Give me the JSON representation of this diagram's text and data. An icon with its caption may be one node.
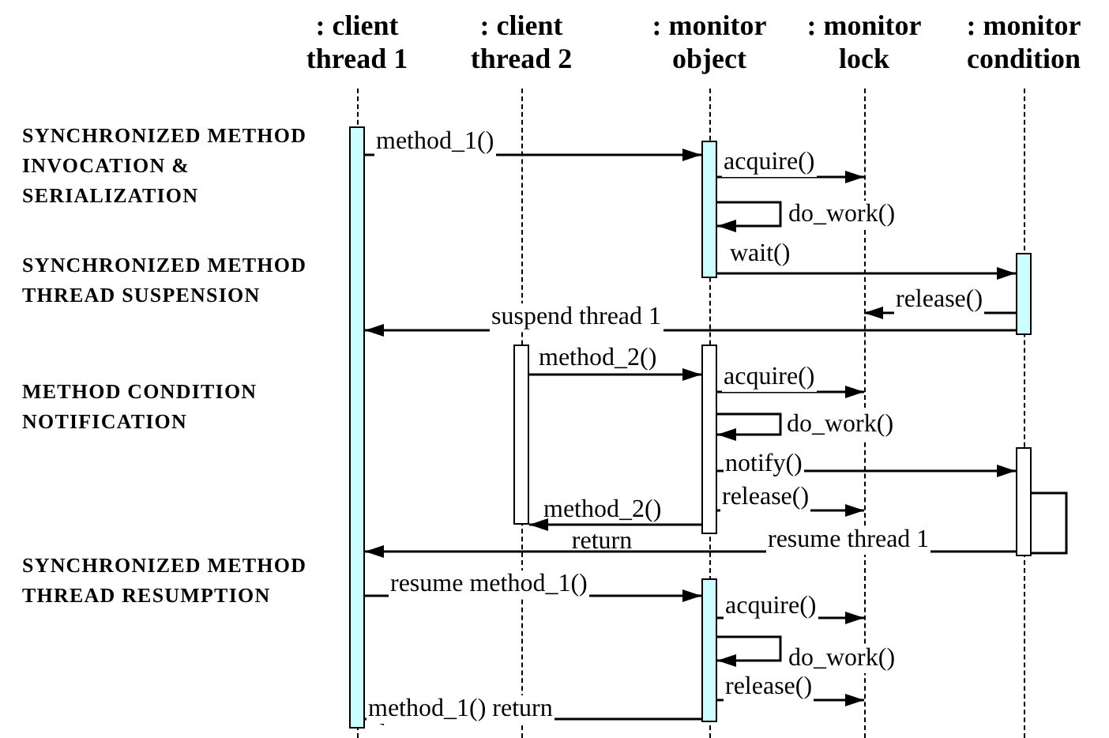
{
  "diagram": {
    "nodes": [
      {
        "text": [
          ": client thread 1"
        ]
      },
      {
        "text": [
          ": client thread 2"
        ]
      },
      {
        "text": [
          ": monitor object"
        ]
      },
      {
        "text": [
          ": monitor lock"
        ]
      },
      {
        "text": [
          ": monitor condition"
        ]
      },
      {
        "text": [],
        "shape": "bar"
      },
      {
        "text": [],
        "shape": "bar"
      },
      {
        "text": [],
        "shape": "bar"
      },
      {
        "text": [],
        "shape": "bar"
      },
      {
        "text": [],
        "shape": "bar"
      },
      {
        "text": [],
        "shape": "bar"
      },
      {
        "text": [],
        "shape": "bar"
      }
    ],
    "edges": [
      {
        "from": 5,
        "to": 6,
        "arrow": "to",
        "label": "method_1()"
      },
      {
        "from": 6,
        "to": 3,
        "arrow": "to",
        "label": "acquire()"
      },
      {
        "from": 6,
        "to": 6,
        "arrow": "to",
        "label": "do_work()"
      },
      {
        "from": 6,
        "to": 7,
        "arrow": "to",
        "label": "wait()"
      },
      {
        "from": 7,
        "to": 3,
        "arrow": "to",
        "label": "release()"
      },
      {
        "from": 7,
        "to": 5,
        "arrow": "to",
        "label": "suspend thread 1"
      },
      {
        "from": 8,
        "to": 9,
        "arrow": "to",
        "label": "method_2()"
      },
      {
        "from": 9,
        "to": 3,
        "arrow": "to",
        "label": "acquire()"
      },
      {
        "from": 9,
        "to": 9,
        "arrow": "to",
        "label": "do_work()"
      },
      {
        "from": 9,
        "to": 10,
        "arrow": "to",
        "label": "notify()"
      },
      {
        "from": 9,
        "to": 3,
        "arrow": "to",
        "label": "release()"
      },
      {
        "from": 9,
        "to": 8,
        "arrow": "to",
        "label": "method_2() return"
      },
      {
        "from": 10,
        "to": 10,
        "arrow": "none"
      },
      {
        "from": 10,
        "to": 5,
        "arrow": "to",
        "label": "resume thread 1"
      },
      {
        "from": 5,
        "to": 11,
        "arrow": "to",
        "label": "resume method_1()"
      },
      {
        "from": 11,
        "to": 3,
        "arrow": "to",
        "label": "acquire()"
      },
      {
        "from": 11,
        "to": 11,
        "arrow": "to",
        "label": "do_work()"
      },
      {
        "from": 11,
        "to": 3,
        "arrow": "to",
        "label": "release()"
      },
      {
        "from": 11,
        "to": 5,
        "arrow": "to",
        "label": "method_1() return"
      }
    ],
    "labels": [
      "SYNCHRONIZED METHOD INVOCATION & SERIALIZATION",
      "SYNCHRONIZED METHOD THREAD SUSPENSION",
      "METHOD CONDITION NOTIFICATION",
      "SYNCHRONIZED METHOD THREAD RESUMPTION"
    ]
  }
}
